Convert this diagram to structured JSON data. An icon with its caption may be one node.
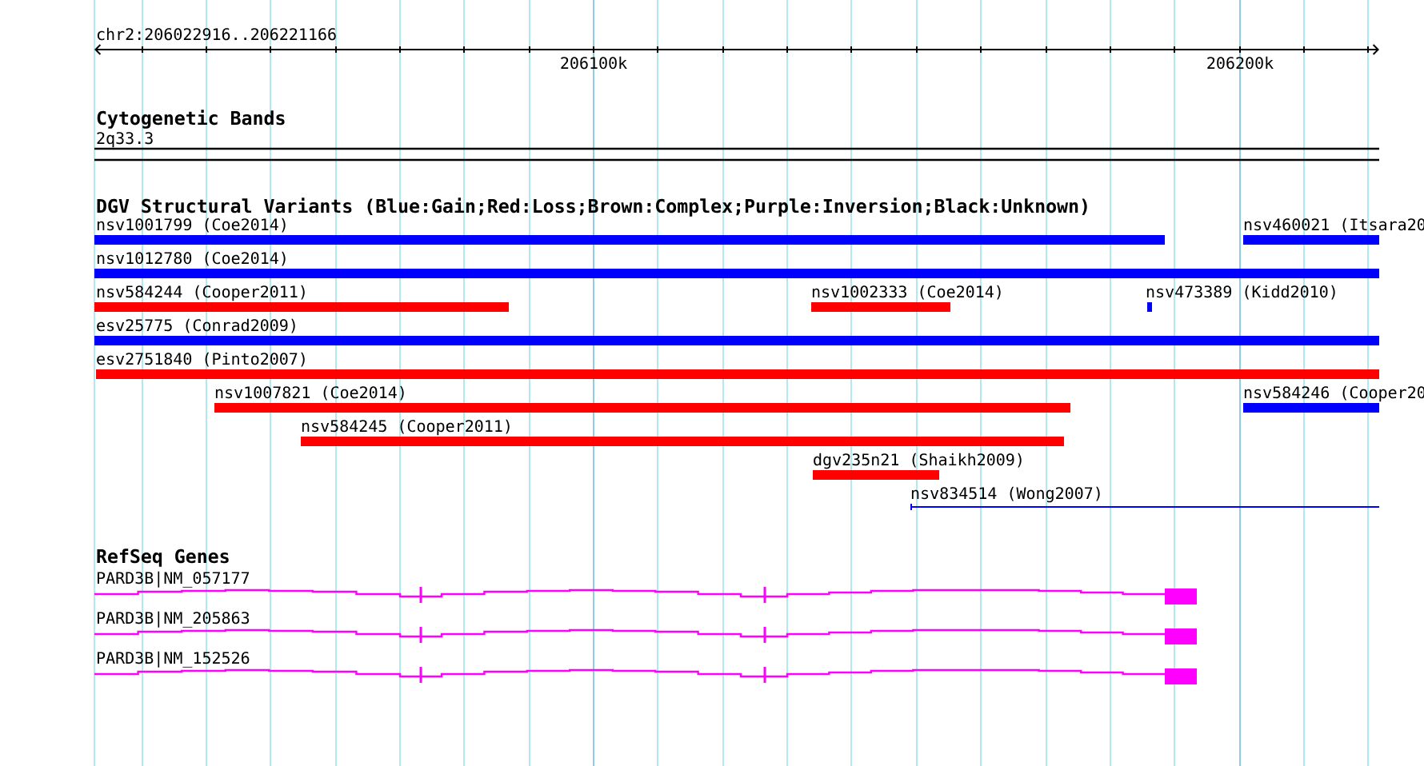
{
  "diagram": {
    "nodes": [
      {
        "text": [
          "2q33.3"
        ]
      },
      {
        "text": [
          "nsv1001799 (Coe2014)"
        ]
      },
      {
        "text": [
          "nsv460021 (Itsara20"
        ]
      },
      {
        "text": [
          "nsv1012780 (Coe2014)"
        ]
      },
      {
        "text": [
          "nsv584244 (Cooper2011)"
        ]
      },
      {
        "text": [
          "nsv1002333 (Coe2014)"
        ]
      },
      {
        "text": [
          "nsv473389 (Kidd2010)"
        ]
      },
      {
        "text": [
          "esv25775 (Conrad2009)"
        ]
      },
      {
        "text": [
          "esv2751840 (Pinto2007)"
        ]
      },
      {
        "text": [
          "nsv1007821 (Coe2014)"
        ]
      },
      {
        "text": [
          "nsv584246 (Cooper20"
        ]
      },
      {
        "text": [
          "nsv584245 (Cooper2011)"
        ]
      },
      {
        "text": [
          "dgv235n21 (Shaikh2009)"
        ]
      },
      {
        "text": [
          "nsv834514 (Wong2007)"
        ]
      },
      {
        "text": [
          "PARD3B|NM_057177"
        ]
      },
      {
        "text": [
          "PARD3B|NM_205863"
        ]
      },
      {
        "text": [
          "PARD3B|NM_152526"
        ]
      }
    ],
    "labels": [
      "chr2:206022916..206221166",
      "206100k",
      "206200k",
      "Cytogenetic Bands",
      "DGV Structural Variants (Blue:Gain;Red:Loss;Brown:Complex;Purple:Inversion;Black:Unknown)",
      "RefSeq Genes"
    ]
  }
}
